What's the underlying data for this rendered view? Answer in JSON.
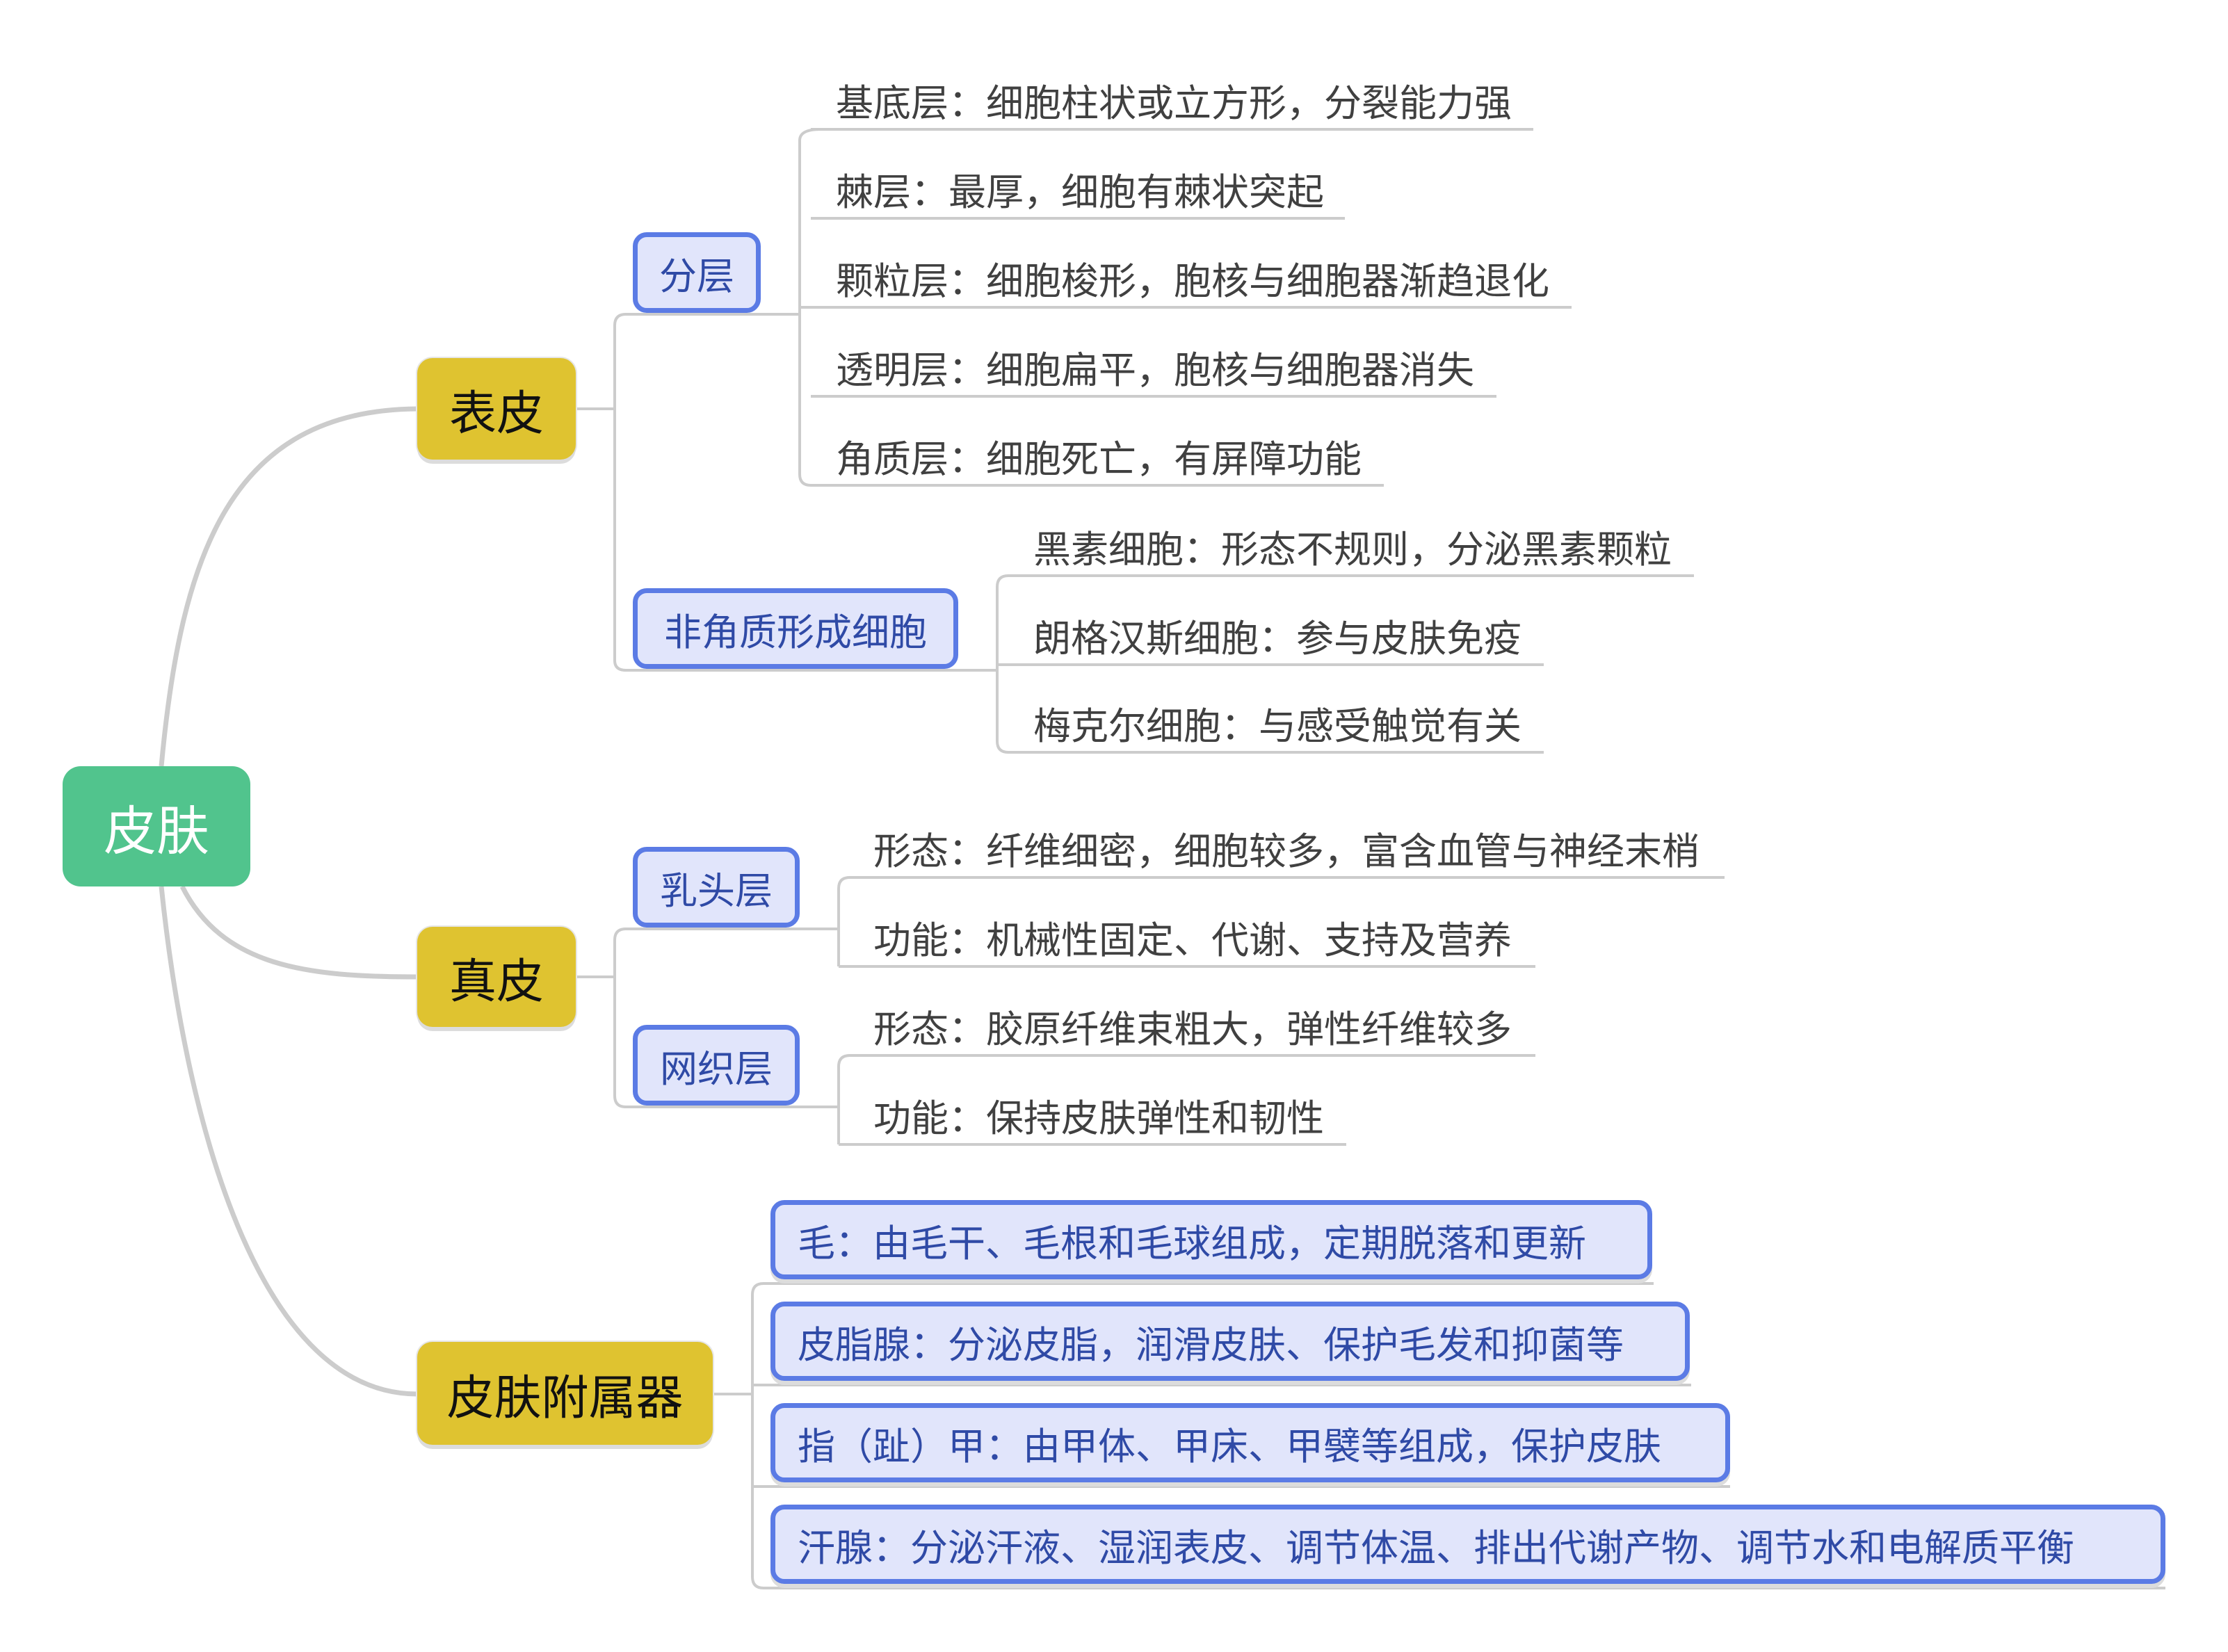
{
  "root": {
    "label": "皮肤"
  },
  "branches": [
    {
      "label": "表皮",
      "children": [
        {
          "label": "分层",
          "items": [
            "基底层：细胞柱状或立方形，分裂能力强",
            "棘层：最厚，细胞有棘状突起",
            "颗粒层：细胞梭形，胞核与细胞器渐趋退化",
            "透明层：细胞扁平，胞核与细胞器消失",
            "角质层：细胞死亡，有屏障功能"
          ]
        },
        {
          "label": "非角质形成细胞",
          "items": [
            "黑素细胞：形态不规则，分泌黑素颗粒",
            "朗格汉斯细胞：参与皮肤免疫",
            "梅克尔细胞：与感受触觉有关"
          ]
        }
      ]
    },
    {
      "label": "真皮",
      "children": [
        {
          "label": "乳头层",
          "items": [
            "形态：纤维细密，细胞较多，富含血管与神经末梢",
            "功能：机械性固定、代谢、支持及营养"
          ]
        },
        {
          "label": "网织层",
          "items": [
            "形态：胶原纤维束粗大，弹性纤维较多",
            "功能：保持皮肤弹性和韧性"
          ]
        }
      ]
    },
    {
      "label": "皮肤附属器",
      "items": [
        "毛：由毛干、毛根和毛球组成，定期脱落和更新",
        "皮脂腺：分泌皮脂，润滑皮肤、保护毛发和抑菌等",
        "指（趾）甲：由甲体、甲床、甲襞等组成，保护皮肤",
        "汗腺：分泌汗液、湿润表皮、调节体温、排出代谢产物、调节水和电解质平衡"
      ]
    }
  ],
  "colors": {
    "root_fill": "#51c48d",
    "main_fill": "#dfc330",
    "sub_fill": "#e1e5fb",
    "sub_border": "#5b7be5",
    "sub_text": "#2f4aa6",
    "leaf_text": "#404040",
    "connector": "#cccccc"
  }
}
